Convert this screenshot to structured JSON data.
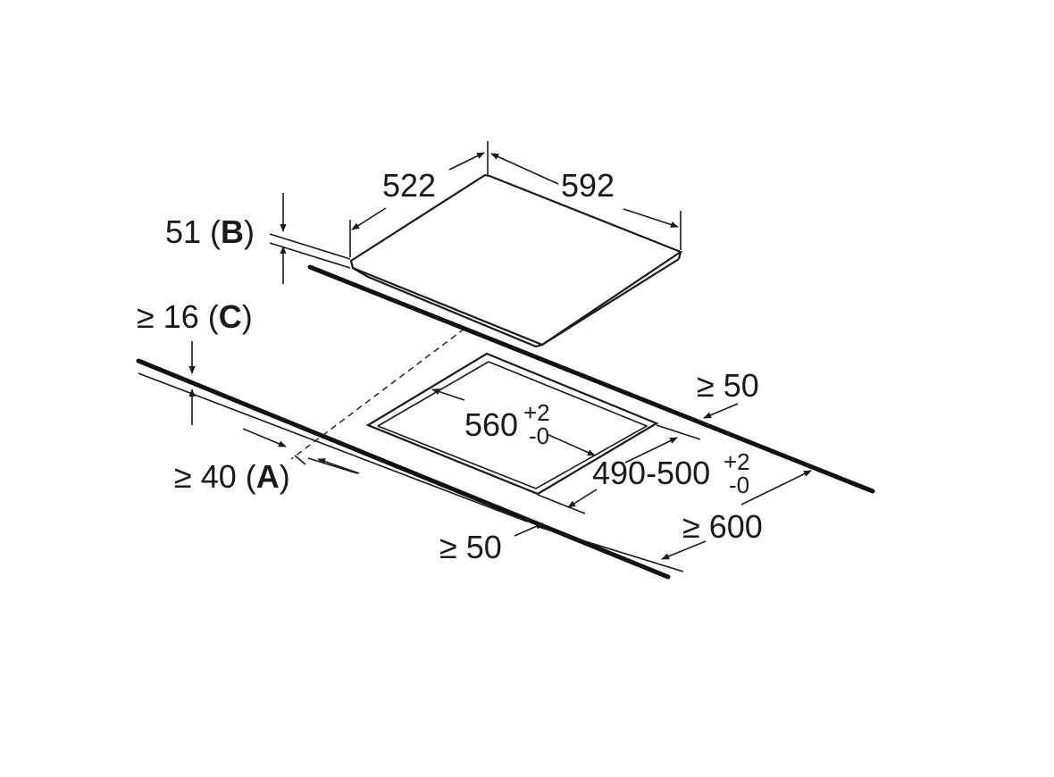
{
  "labels": {
    "hob_depth": "522",
    "hob_width": "592",
    "hob_height_value": "51 (",
    "hob_height_letter": "B",
    "hob_height_close": ")",
    "worktop_thickness_value": "≥ 16 (",
    "worktop_thickness_letter": "C",
    "worktop_thickness_close": ")",
    "front_distance_value": "≥ 40 (",
    "front_distance_letter": "A",
    "front_distance_close": ")",
    "rear_clearance": "≥ 50",
    "side_clearance": "≥ 50",
    "worktop_depth": "≥ 600",
    "cutout_width_base": "560",
    "cutout_width_tol_upper": "+2",
    "cutout_width_tol_lower": "-0",
    "cutout_depth_base": "490-500",
    "cutout_depth_tol_upper": "+2",
    "cutout_depth_tol_lower": "-0"
  },
  "colors": {
    "line": "#1a1a1a",
    "background": "#ffffff"
  }
}
